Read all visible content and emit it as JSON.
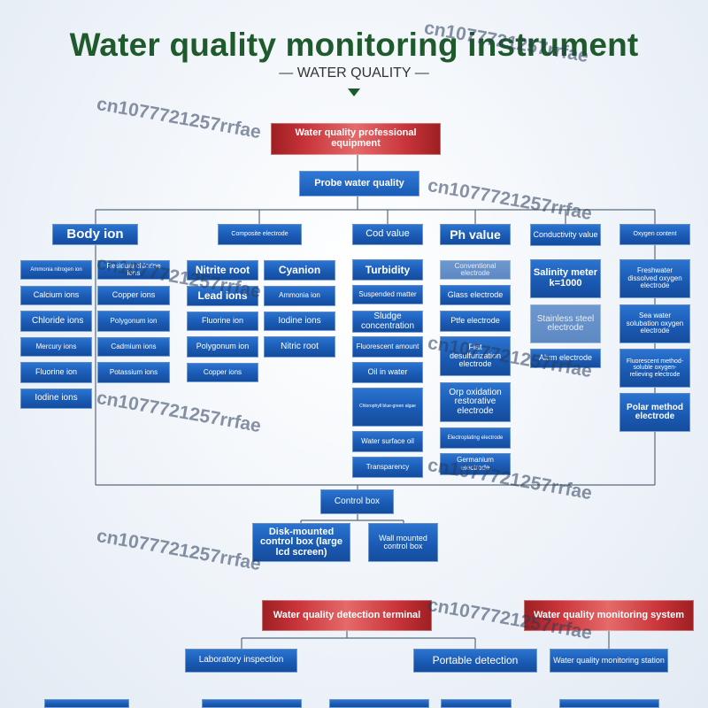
{
  "header": {
    "title": "Water quality monitoring instrument",
    "subtitle": "— WATER QUALITY —"
  },
  "nodes": {
    "top": "Water quality professional equipment",
    "probe": "Probe water quality",
    "c1": {
      "head": "Body ion",
      "items": [
        "Ammonia nitrogen ion",
        "Calcium ions",
        "Chloride ions",
        "Mercury ions",
        "Fluorine ion",
        "Iodine ions"
      ]
    },
    "c2": {
      "head": "Composite electrode",
      "items": [
        "Residual chlorine ions",
        "Copper ions",
        "Polygonum ion",
        "Cadmium ions",
        "Potassium ions"
      ]
    },
    "c3": {
      "items": [
        "Nitrite root",
        "Lead ions",
        "Fluorine ion",
        "Polygonum ion",
        "Copper ions"
      ]
    },
    "c4": {
      "items": [
        "Cyanion",
        "Ammonia ion",
        "Iodine ions",
        "Nitric root"
      ]
    },
    "c5": {
      "head": "Cod value",
      "items": [
        "Turbidity",
        "Suspended matter",
        "Sludge concentration",
        "Fluorescent amount",
        "Oil in water",
        "Chlorophyll blue-green algae",
        "Water surface oil",
        "Transparency"
      ]
    },
    "c6": {
      "head": "Ph value",
      "items": [
        "Conventional electrode",
        "Glass electrode",
        "Ptfe electrode",
        "Flat desulfurization electrode",
        "Orp oxidation restorative electrode",
        "Electroplating electrode",
        "Germanium electrode"
      ]
    },
    "c7": {
      "head": "Conductivity value",
      "items": [
        "Salinity meter k=1000",
        "Stainless steel electrode",
        "Alum electrode"
      ]
    },
    "c8": {
      "head": "Oxygen content",
      "items": [
        "Freshwater dissolved oxygen electrode",
        "Sea water solubation oxygen electrode",
        "Fluorescent method-soluble oxygen-relieving electrode",
        "Polar method electrode"
      ]
    },
    "control": "Control box",
    "disk": "Disk-mounted control box (large lcd screen)",
    "wall": "Wall mounted control box",
    "det": "Water quality detection terminal",
    "mon": "Water quality monitoring system",
    "lab": "Laboratory inspection",
    "port": "Portable detection",
    "station": "Water quality monitoring station"
  },
  "watermark": "cn1077721257rrfae"
}
